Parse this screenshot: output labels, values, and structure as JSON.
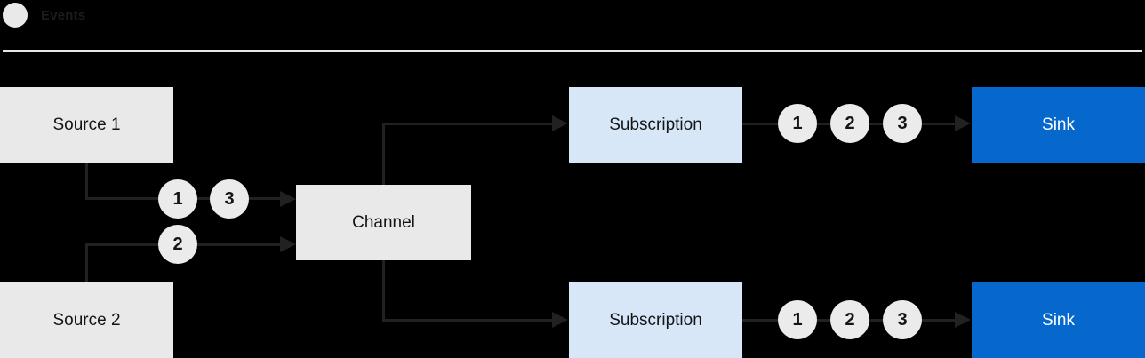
{
  "legend": {
    "label": "Events"
  },
  "nodes": {
    "source1": {
      "label": "Source 1"
    },
    "source2": {
      "label": "Source 2"
    },
    "channel": {
      "label": "Channel"
    },
    "subscription_top": {
      "label": "Subscription"
    },
    "subscription_bottom": {
      "label": "Subscription"
    },
    "sink_top": {
      "label": "Sink"
    },
    "sink_bottom": {
      "label": "Sink"
    }
  },
  "events": {
    "source1_to_channel": [
      "1",
      "3"
    ],
    "source2_to_channel": [
      "2"
    ],
    "subscription_top_to_sink": [
      "1",
      "2",
      "3"
    ],
    "subscription_bottom_to_sink": [
      "1",
      "2",
      "3"
    ]
  },
  "colors": {
    "background": "#000000",
    "node_gray": "#e9e9e9",
    "subscription_blue": "#d7e7f8",
    "sink_blue": "#0667cd",
    "connector": "#212121",
    "event_circle": "#ebebeb",
    "text_dark": "#151515",
    "text_light": "#ffffff",
    "divider": "#e7e7e7"
  }
}
